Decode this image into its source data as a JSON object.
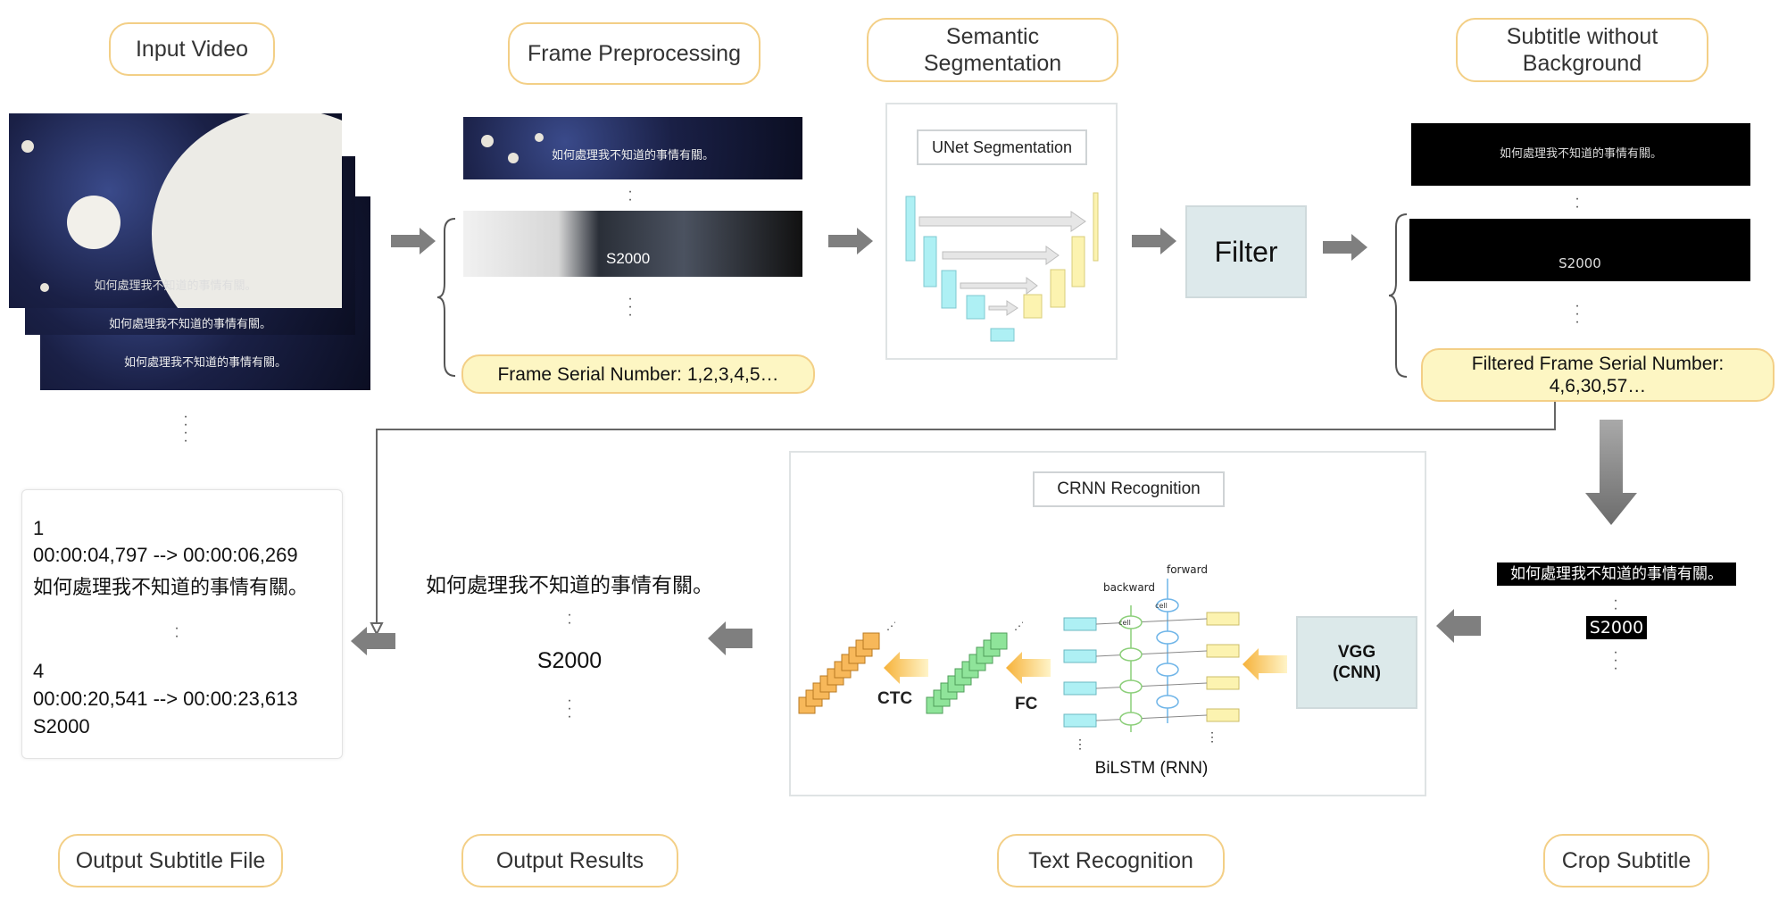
{
  "stages": {
    "input_video": "Input Video",
    "frame_preprocessing": "Frame Preprocessing",
    "semantic_segmentation": "Semantic\nSegmentation",
    "subtitle_without_background": "Subtitle without\nBackground",
    "output_subtitle_file": "Output Subtitle File",
    "output_results": "Output Results",
    "text_recognition": "Text Recognition",
    "crop_subtitle": "Crop Subtitle"
  },
  "video": {
    "frame_caption": "如何處理我不知道的事情有關。"
  },
  "preprocessing": {
    "frame_caption": "如何處理我不知道的事情有關。",
    "frame2_text": "S2000",
    "serial_label": "Frame Serial Number: 1,2,3,4,5…"
  },
  "segmentation": {
    "model_label": "UNet Segmentation"
  },
  "filter": {
    "label": "Filter"
  },
  "subtitle_bg": {
    "line1": "如何處理我不知道的事情有關。",
    "line2": "S2000",
    "filtered_serial": "Filtered Frame Serial Number:\n4,6,30,57…"
  },
  "crop": {
    "line1": "如何處理我不知道的事情有關。",
    "line2": "S2000"
  },
  "recognition": {
    "title": "CRNN Recognition",
    "vgg": "VGG\n(CNN)",
    "bilstm": "BiLSTM (RNN)",
    "forward": "forward",
    "backward": "backward",
    "cell": "cell",
    "fc": "FC",
    "ctc": "CTC"
  },
  "output_results": {
    "line1": "如何處理我不知道的事情有關。",
    "line2": "S2000"
  },
  "subtitle_file": {
    "entry1_index": "1",
    "entry1_time": "00:00:04,797 --> 00:00:06,269",
    "entry1_text": "如何處理我不知道的事情有關。",
    "entry2_index": "4",
    "entry2_time": "00:00:20,541 --> 00:00:23,613",
    "entry2_text": "S2000"
  },
  "colors": {
    "pill_border": "#f3cf86",
    "pill_fill": "#fdf6c3",
    "arrow_gray": "#7f7f7f",
    "unet_cyan": "#aef0f4",
    "unet_yellow": "#fcf3b0",
    "vgg_fill": "#dce9ea",
    "ctc_orange": "#f7b85a",
    "fc_green": "#8fe49a",
    "rnn_cell_green": "#8ccf7a",
    "rnn_cell_blue": "#6fb5e8"
  }
}
